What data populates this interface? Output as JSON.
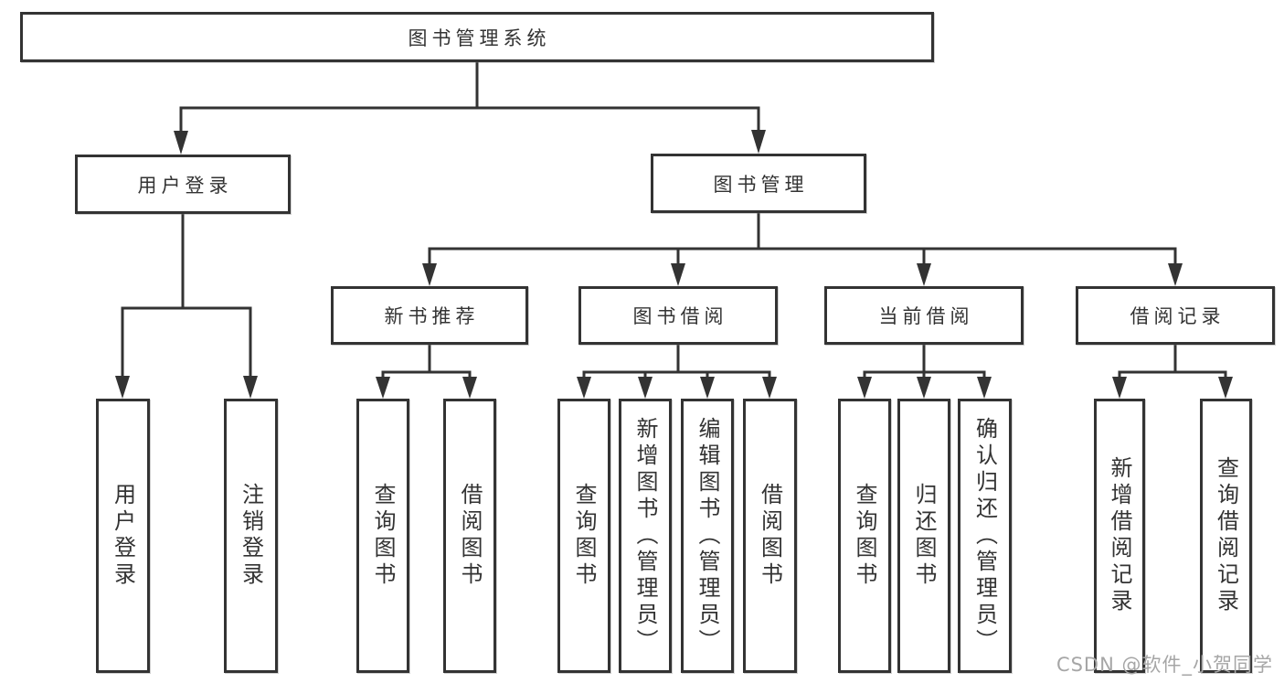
{
  "diagram": {
    "tree": {
      "root": {
        "label": "图书管理系统"
      },
      "children": [
        {
          "label": "用户登录",
          "children": [
            {
              "label": "用户登录"
            },
            {
              "label": "注销登录"
            }
          ]
        },
        {
          "label": "图书管理",
          "children": [
            {
              "label": "新书推荐",
              "children": [
                {
                  "label": "查询图书"
                },
                {
                  "label": "借阅图书"
                }
              ]
            },
            {
              "label": "图书借阅",
              "children": [
                {
                  "label": "查询图书"
                },
                {
                  "label": "新增图书（管理员）"
                },
                {
                  "label": "编辑图书（管理员）"
                },
                {
                  "label": "借阅图书"
                }
              ]
            },
            {
              "label": "当前借阅",
              "children": [
                {
                  "label": "查询图书"
                },
                {
                  "label": "归还图书"
                },
                {
                  "label": "确认归还（管理员）"
                }
              ]
            },
            {
              "label": "借阅记录",
              "children": [
                {
                  "label": "新增借阅记录"
                },
                {
                  "label": "查询借阅记录"
                }
              ]
            }
          ]
        }
      ]
    },
    "colors": {
      "line": "#333333",
      "box_border": "#333333",
      "text": "#333333",
      "background": "#ffffff",
      "watermark": "#a6a6a6"
    }
  },
  "watermark": {
    "text": "CSDN @软件_小贺同学"
  }
}
